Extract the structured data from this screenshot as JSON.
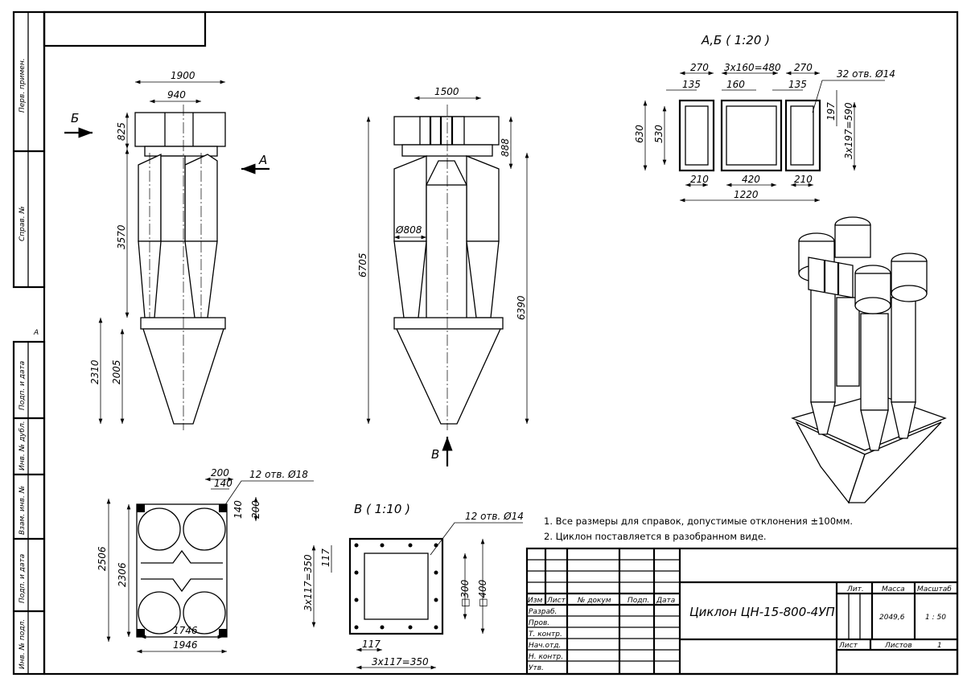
{
  "side_strip": [
    "Перв. примен.",
    "Справ. №",
    "Подп. и дата",
    "Инв. № дубл.",
    "Взам. инв. №",
    "Подп. и дата",
    "Инв. № подл."
  ],
  "side_mark": "A",
  "views": {
    "front_left": {
      "arrow_b": "Б",
      "arrow_a": "A",
      "dims": [
        "1900",
        "940",
        "825",
        "3570",
        "2310",
        "2005"
      ]
    },
    "front_right": {
      "arrow_v": "В",
      "dims": [
        "1500",
        "888",
        "6705",
        "6390",
        "Ø808"
      ]
    },
    "section_ab": {
      "title": "А,Б ( 1:20 )",
      "dims": [
        "270",
        "3x160=480",
        "270",
        "135",
        "160",
        "135",
        "630",
        "530",
        "197",
        "3x197=590",
        "210",
        "420",
        "210",
        "1220"
      ],
      "holes": "32 отв. Ø14"
    },
    "plan": {
      "dims": [
        "200",
        "140",
        "140",
        "200",
        "2506",
        "2306",
        "1746",
        "1946"
      ],
      "holes": "12 отв. Ø18"
    },
    "section_v": {
      "title": "В ( 1:10 )",
      "holes": "12 отв. Ø14",
      "dims": [
        "117",
        "3x117=350",
        "□300",
        "□400",
        "117",
        "3x117=350"
      ]
    }
  },
  "notes": [
    "1. Все размеры для справок, допустимые отклонения ±100мм.",
    "2. Циклон поставляется в разобранном виде."
  ],
  "title_block": {
    "headers": [
      "Изм",
      "Лист",
      "№ докум",
      "Подп.",
      "Дата"
    ],
    "roles": [
      "Разраб.",
      "Пров.",
      "Т. контр.",
      "Нач.отд.",
      "Н. контр.",
      "Утв."
    ],
    "title": "Циклон ЦН-15-800-4УП",
    "lit_label": "Лит.",
    "mass_label": "Масса",
    "scale_label": "Масштаб",
    "mass": "2049,6",
    "scale": "1 : 50",
    "sheet_label": "Лист",
    "sheets_label": "Листов",
    "sheets": "1"
  }
}
